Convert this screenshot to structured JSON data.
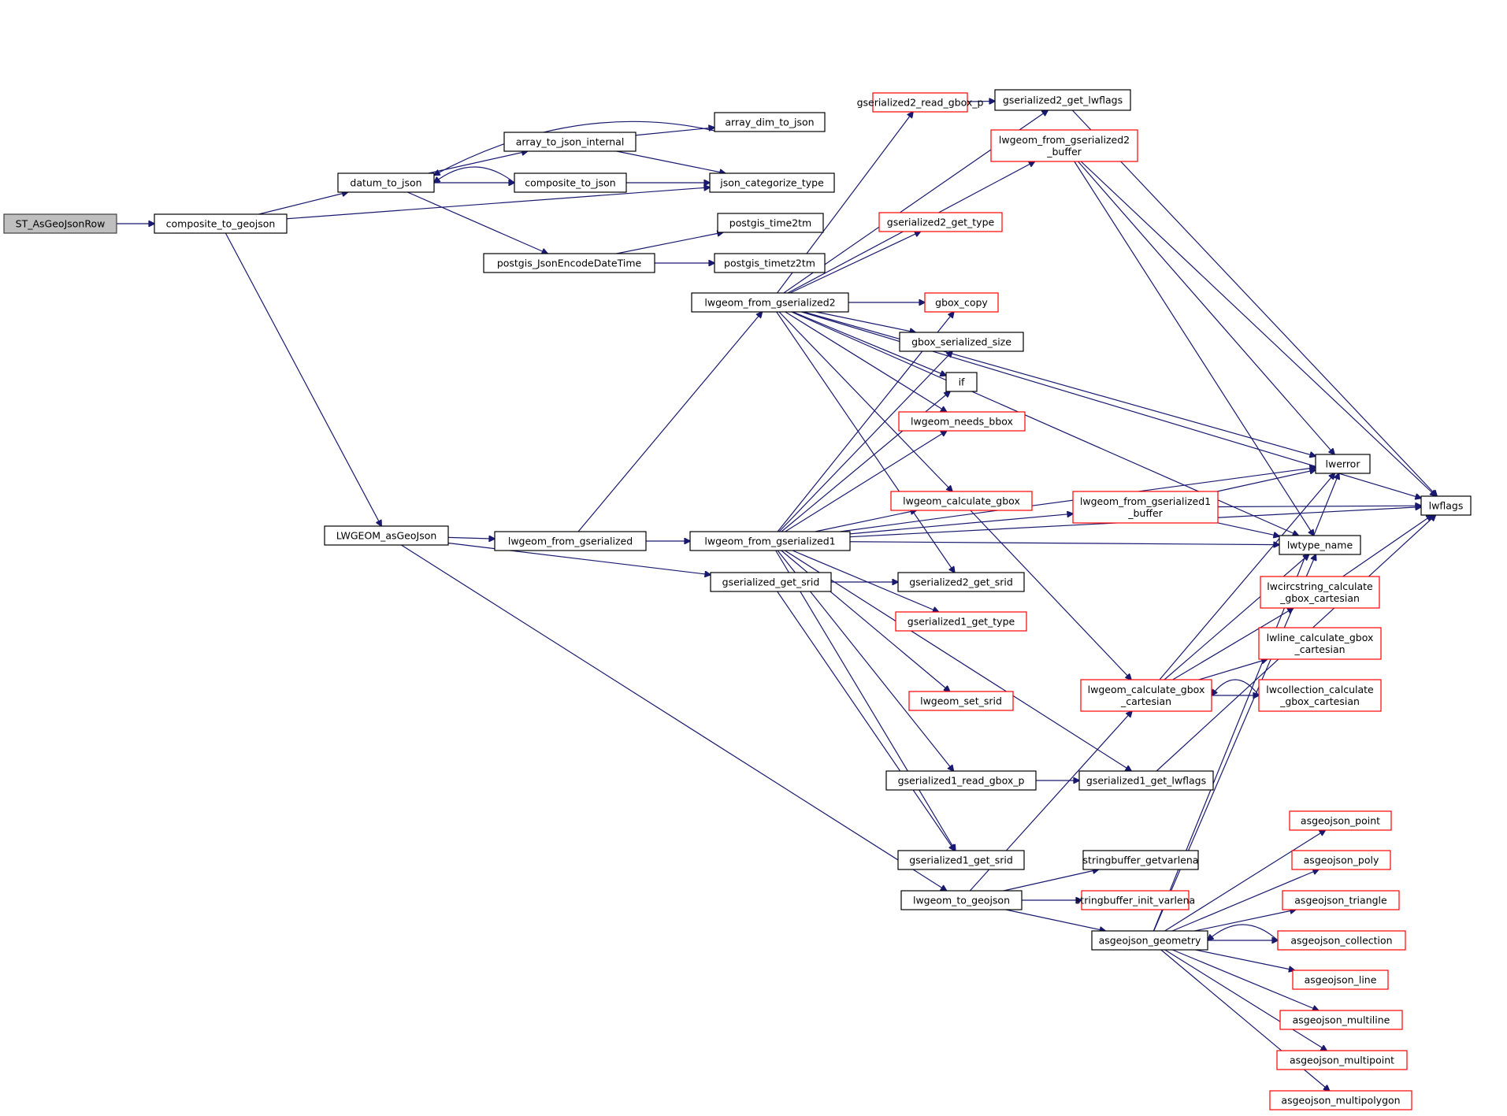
{
  "title": "ST_AsGeoJsonRow call graph",
  "colors": {
    "edge": "#191970",
    "root_fill": "#bfbfbf",
    "normal_border": "#000000",
    "truncated_border": "#ff0000"
  },
  "nodes": [
    {
      "id": "ST_AsGeoJsonRow",
      "label": "ST_AsGeoJsonRow",
      "kind": "root"
    },
    {
      "id": "composite_to_geojson",
      "label": "composite_to_geojson",
      "kind": "normal"
    },
    {
      "id": "datum_to_json",
      "label": "datum_to_json",
      "kind": "normal"
    },
    {
      "id": "array_to_json_internal",
      "label": "array_to_json_internal",
      "kind": "normal"
    },
    {
      "id": "composite_to_json",
      "label": "composite_to_json",
      "kind": "normal"
    },
    {
      "id": "array_dim_to_json",
      "label": "array_dim_to_json",
      "kind": "normal"
    },
    {
      "id": "json_categorize_type",
      "label": "json_categorize_type",
      "kind": "normal"
    },
    {
      "id": "postgis_JsonEncodeDateTime",
      "label": "postgis_JsonEncodeDateTime",
      "kind": "normal"
    },
    {
      "id": "postgis_time2tm",
      "label": "postgis_time2tm",
      "kind": "normal"
    },
    {
      "id": "postgis_timetz2tm",
      "label": "postgis_timetz2tm",
      "kind": "normal"
    },
    {
      "id": "LWGEOM_asGeoJson",
      "label": "LWGEOM_asGeoJson",
      "kind": "normal"
    },
    {
      "id": "lwgeom_from_gserialized",
      "label": "lwgeom_from_gserialized",
      "kind": "normal"
    },
    {
      "id": "lwgeom_from_gserialized1",
      "label": "lwgeom_from_gserialized1",
      "kind": "normal"
    },
    {
      "id": "lwgeom_from_gserialized2",
      "label": "lwgeom_from_gserialized2",
      "kind": "normal"
    },
    {
      "id": "gserialized_get_srid",
      "label": "gserialized_get_srid",
      "kind": "normal"
    },
    {
      "id": "gserialized2_read_gbox_p",
      "label": "gserialized2_read_gbox_p",
      "kind": "truncated"
    },
    {
      "id": "gserialized2_get_lwflags",
      "label": "gserialized2_get_lwflags",
      "kind": "normal"
    },
    {
      "id": "lwgeom_from_gserialized2_buffer",
      "label": "lwgeom_from_gserialized2\n_buffer",
      "kind": "truncated"
    },
    {
      "id": "gserialized2_get_type",
      "label": "gserialized2_get_type",
      "kind": "truncated"
    },
    {
      "id": "gbox_copy",
      "label": "gbox_copy",
      "kind": "truncated"
    },
    {
      "id": "gbox_serialized_size",
      "label": "gbox_serialized_size",
      "kind": "normal"
    },
    {
      "id": "if",
      "label": "if",
      "kind": "normal"
    },
    {
      "id": "lwgeom_needs_bbox",
      "label": "lwgeom_needs_bbox",
      "kind": "truncated"
    },
    {
      "id": "lwgeom_calculate_gbox",
      "label": "lwgeom_calculate_gbox",
      "kind": "truncated"
    },
    {
      "id": "gserialized2_get_srid",
      "label": "gserialized2_get_srid",
      "kind": "normal"
    },
    {
      "id": "gserialized1_get_type",
      "label": "gserialized1_get_type",
      "kind": "truncated"
    },
    {
      "id": "lwgeom_set_srid",
      "label": "lwgeom_set_srid",
      "kind": "truncated"
    },
    {
      "id": "gserialized1_read_gbox_p",
      "label": "gserialized1_read_gbox_p",
      "kind": "normal"
    },
    {
      "id": "gserialized1_get_srid",
      "label": "gserialized1_get_srid",
      "kind": "normal"
    },
    {
      "id": "lwgeom_from_gserialized1_buffer",
      "label": "lwgeom_from_gserialized1\n_buffer",
      "kind": "truncated"
    },
    {
      "id": "lwgeom_calculate_gbox_cartesian",
      "label": "lwgeom_calculate_gbox\n_cartesian",
      "kind": "truncated"
    },
    {
      "id": "gserialized1_get_lwflags",
      "label": "gserialized1_get_lwflags",
      "kind": "normal"
    },
    {
      "id": "lwerror",
      "label": "lwerror",
      "kind": "normal"
    },
    {
      "id": "lwtype_name",
      "label": "lwtype_name",
      "kind": "normal"
    },
    {
      "id": "lwflags",
      "label": "lwflags",
      "kind": "normal"
    },
    {
      "id": "lwcircstring_calculate_gbox_cartesian",
      "label": "lwcircstring_calculate\n_gbox_cartesian",
      "kind": "truncated"
    },
    {
      "id": "lwline_calculate_gbox_cartesian",
      "label": "lwline_calculate_gbox\n_cartesian",
      "kind": "truncated"
    },
    {
      "id": "lwcollection_calculate_gbox_cartesian",
      "label": "lwcollection_calculate\n_gbox_cartesian",
      "kind": "truncated"
    },
    {
      "id": "lwgeom_to_geojson",
      "label": "lwgeom_to_geojson",
      "kind": "normal"
    },
    {
      "id": "stringbuffer_getvarlena",
      "label": "stringbuffer_getvarlena",
      "kind": "normal"
    },
    {
      "id": "stringbuffer_init_varlena",
      "label": "stringbuffer_init_varlena",
      "kind": "truncated"
    },
    {
      "id": "asgeojson_geometry",
      "label": "asgeojson_geometry",
      "kind": "normal"
    },
    {
      "id": "asgeojson_point",
      "label": "asgeojson_point",
      "kind": "truncated"
    },
    {
      "id": "asgeojson_poly",
      "label": "asgeojson_poly",
      "kind": "truncated"
    },
    {
      "id": "asgeojson_triangle",
      "label": "asgeojson_triangle",
      "kind": "truncated"
    },
    {
      "id": "asgeojson_collection",
      "label": "asgeojson_collection",
      "kind": "truncated"
    },
    {
      "id": "asgeojson_line",
      "label": "asgeojson_line",
      "kind": "truncated"
    },
    {
      "id": "asgeojson_multiline",
      "label": "asgeojson_multiline",
      "kind": "truncated"
    },
    {
      "id": "asgeojson_multipoint",
      "label": "asgeojson_multipoint",
      "kind": "truncated"
    },
    {
      "id": "asgeojson_multipolygon",
      "label": "asgeojson_multipolygon",
      "kind": "truncated"
    }
  ],
  "edges": [
    [
      "ST_AsGeoJsonRow",
      "composite_to_geojson"
    ],
    [
      "composite_to_geojson",
      "datum_to_json"
    ],
    [
      "composite_to_geojson",
      "json_categorize_type"
    ],
    [
      "composite_to_geojson",
      "LWGEOM_asGeoJson"
    ],
    [
      "datum_to_json",
      "array_to_json_internal"
    ],
    [
      "datum_to_json",
      "composite_to_json"
    ],
    [
      "datum_to_json",
      "postgis_JsonEncodeDateTime"
    ],
    [
      "array_to_json_internal",
      "array_dim_to_json"
    ],
    [
      "array_to_json_internal",
      "json_categorize_type"
    ],
    [
      "array_dim_to_json",
      "datum_to_json"
    ],
    [
      "composite_to_json",
      "datum_to_json"
    ],
    [
      "composite_to_json",
      "json_categorize_type"
    ],
    [
      "postgis_JsonEncodeDateTime",
      "postgis_time2tm"
    ],
    [
      "postgis_JsonEncodeDateTime",
      "postgis_timetz2tm"
    ],
    [
      "LWGEOM_asGeoJson",
      "lwgeom_from_gserialized"
    ],
    [
      "LWGEOM_asGeoJson",
      "gserialized_get_srid"
    ],
    [
      "LWGEOM_asGeoJson",
      "lwgeom_to_geojson"
    ],
    [
      "lwgeom_from_gserialized",
      "lwgeom_from_gserialized1"
    ],
    [
      "lwgeom_from_gserialized",
      "lwgeom_from_gserialized2"
    ],
    [
      "lwgeom_from_gserialized2",
      "gserialized2_read_gbox_p"
    ],
    [
      "lwgeom_from_gserialized2",
      "gserialized2_get_lwflags"
    ],
    [
      "lwgeom_from_gserialized2",
      "lwgeom_from_gserialized2_buffer"
    ],
    [
      "lwgeom_from_gserialized2",
      "gserialized2_get_type"
    ],
    [
      "lwgeom_from_gserialized2",
      "gbox_copy"
    ],
    [
      "lwgeom_from_gserialized2",
      "gbox_serialized_size"
    ],
    [
      "lwgeom_from_gserialized2",
      "if"
    ],
    [
      "lwgeom_from_gserialized2",
      "lwgeom_needs_bbox"
    ],
    [
      "lwgeom_from_gserialized2",
      "lwgeom_calculate_gbox"
    ],
    [
      "lwgeom_from_gserialized2",
      "gserialized2_get_srid"
    ],
    [
      "lwgeom_from_gserialized2",
      "lwerror"
    ],
    [
      "lwgeom_from_gserialized2",
      "lwtype_name"
    ],
    [
      "lwgeom_from_gserialized2",
      "lwflags"
    ],
    [
      "gserialized2_read_gbox_p",
      "gserialized2_get_lwflags"
    ],
    [
      "gserialized2_get_lwflags",
      "lwflags"
    ],
    [
      "lwgeom_from_gserialized2_buffer",
      "lwerror"
    ],
    [
      "lwgeom_from_gserialized2_buffer",
      "lwtype_name"
    ],
    [
      "lwgeom_from_gserialized2_buffer",
      "lwflags"
    ],
    [
      "lwgeom_from_gserialized1",
      "gbox_copy"
    ],
    [
      "lwgeom_from_gserialized1",
      "gbox_serialized_size"
    ],
    [
      "lwgeom_from_gserialized1",
      "if"
    ],
    [
      "lwgeom_from_gserialized1",
      "lwgeom_needs_bbox"
    ],
    [
      "lwgeom_from_gserialized1",
      "lwgeom_calculate_gbox"
    ],
    [
      "lwgeom_from_gserialized1",
      "lwerror"
    ],
    [
      "lwgeom_from_gserialized1",
      "lwgeom_from_gserialized1_buffer"
    ],
    [
      "lwgeom_from_gserialized1",
      "gserialized1_get_type"
    ],
    [
      "lwgeom_from_gserialized1",
      "lwgeom_set_srid"
    ],
    [
      "lwgeom_from_gserialized1",
      "gserialized1_read_gbox_p"
    ],
    [
      "lwgeom_from_gserialized1",
      "gserialized1_get_srid"
    ],
    [
      "lwgeom_from_gserialized1",
      "gserialized1_get_lwflags"
    ],
    [
      "lwgeom_from_gserialized1",
      "lwtype_name"
    ],
    [
      "lwgeom_from_gserialized1",
      "lwflags"
    ],
    [
      "gserialized_get_srid",
      "gserialized2_get_srid"
    ],
    [
      "gserialized_get_srid",
      "gserialized1_get_srid"
    ],
    [
      "lwgeom_calculate_gbox",
      "lwgeom_calculate_gbox_cartesian"
    ],
    [
      "lwgeom_from_gserialized1_buffer",
      "lwerror"
    ],
    [
      "lwgeom_from_gserialized1_buffer",
      "lwflags"
    ],
    [
      "lwgeom_from_gserialized1_buffer",
      "lwtype_name"
    ],
    [
      "gserialized1_read_gbox_p",
      "gserialized1_get_lwflags"
    ],
    [
      "gserialized1_get_lwflags",
      "lwflags"
    ],
    [
      "lwgeom_calculate_gbox_cartesian",
      "lwerror"
    ],
    [
      "lwgeom_calculate_gbox_cartesian",
      "lwtype_name"
    ],
    [
      "lwgeom_calculate_gbox_cartesian",
      "lwcircstring_calculate_gbox_cartesian"
    ],
    [
      "lwgeom_calculate_gbox_cartesian",
      "lwline_calculate_gbox_cartesian"
    ],
    [
      "lwgeom_calculate_gbox_cartesian",
      "lwcollection_calculate_gbox_cartesian"
    ],
    [
      "lwcollection_calculate_gbox_cartesian",
      "lwgeom_calculate_gbox_cartesian"
    ],
    [
      "lwcircstring_calculate_gbox_cartesian",
      "lwflags"
    ],
    [
      "lwgeom_to_geojson",
      "lwgeom_calculate_gbox_cartesian"
    ],
    [
      "lwgeom_to_geojson",
      "stringbuffer_getvarlena"
    ],
    [
      "lwgeom_to_geojson",
      "stringbuffer_init_varlena"
    ],
    [
      "lwgeom_to_geojson",
      "asgeojson_geometry"
    ],
    [
      "asgeojson_geometry",
      "lwerror"
    ],
    [
      "asgeojson_geometry",
      "lwtype_name"
    ],
    [
      "asgeojson_geometry",
      "asgeojson_point"
    ],
    [
      "asgeojson_geometry",
      "asgeojson_poly"
    ],
    [
      "asgeojson_geometry",
      "asgeojson_triangle"
    ],
    [
      "asgeojson_geometry",
      "asgeojson_collection"
    ],
    [
      "asgeojson_geometry",
      "asgeojson_line"
    ],
    [
      "asgeojson_geometry",
      "asgeojson_multiline"
    ],
    [
      "asgeojson_geometry",
      "asgeojson_multipoint"
    ],
    [
      "asgeojson_geometry",
      "asgeojson_multipolygon"
    ],
    [
      "asgeojson_collection",
      "asgeojson_geometry"
    ]
  ]
}
